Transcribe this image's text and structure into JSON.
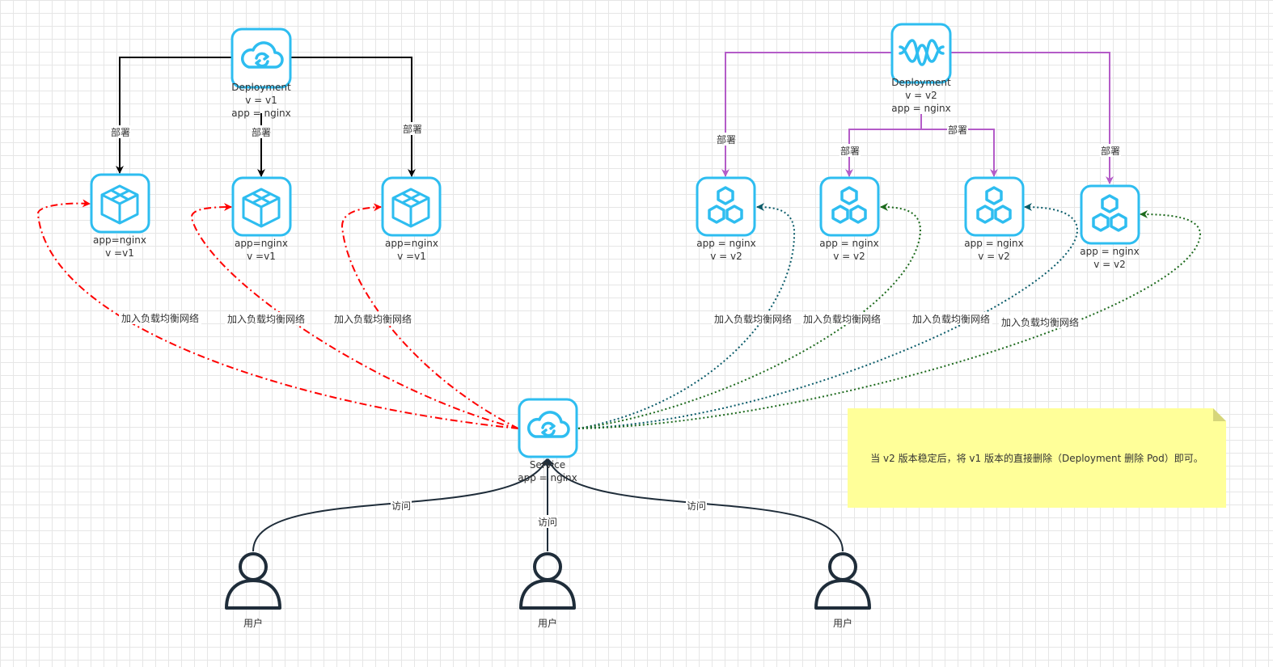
{
  "deployment_v1": {
    "label": [
      "Deployment",
      "v = v1",
      "app = nginx"
    ]
  },
  "deployment_v2": {
    "label": [
      "Deployment",
      "v = v2",
      "app = nginx"
    ]
  },
  "pods_v1": [
    {
      "label": [
        "app=nginx",
        "v =v1"
      ]
    },
    {
      "label": [
        "app=nginx",
        "v =v1"
      ]
    },
    {
      "label": [
        "app=nginx",
        "v =v1"
      ]
    }
  ],
  "pods_v2": [
    {
      "label": [
        "app = nginx",
        "v = v2"
      ]
    },
    {
      "label": [
        "app = nginx",
        "v = v2"
      ]
    },
    {
      "label": [
        "app = nginx",
        "v = v2"
      ]
    },
    {
      "label": [
        "app = nginx",
        "v = v2"
      ]
    }
  ],
  "service": {
    "label": [
      "Service",
      "app = nginx"
    ]
  },
  "users": [
    {
      "label": "用户"
    },
    {
      "label": "用户"
    },
    {
      "label": "用户"
    }
  ],
  "edge_labels": {
    "deploy": "部署",
    "join_lb": "加入负载均衡网络",
    "access": "访问"
  },
  "note": {
    "text": "当 v2 版本稳定后，将 v1 版本的直接删除（Deployment 删除 Pod）即可。"
  },
  "colors": {
    "icon": "#2ebdf0",
    "v1_deploy_edge": "#000000",
    "v2_deploy_edge": "#b45cc8",
    "v1_lb_edge": "#ff0000",
    "v2_lb_edge_a": "#0b5c6a",
    "v2_lb_edge_b": "#1d6a1d",
    "user": "#1f2d3a",
    "note_bg": "#ffff99"
  }
}
